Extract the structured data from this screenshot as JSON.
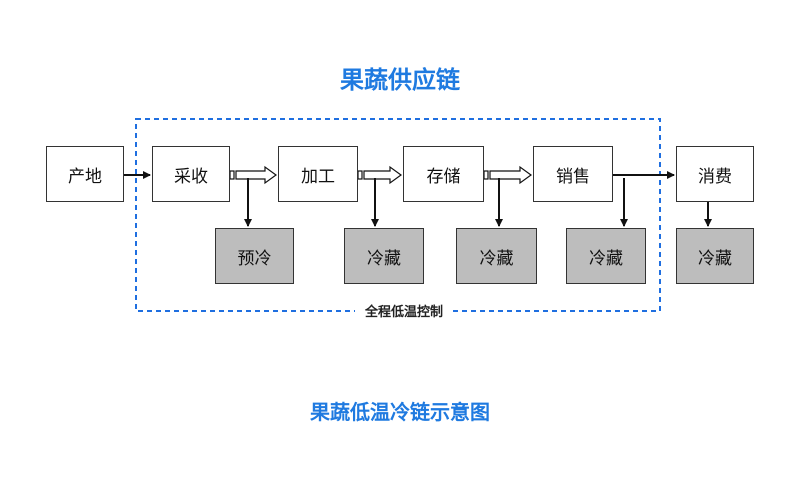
{
  "title": "果蔬供应链",
  "subtitle": "果蔬低温冷链示意图",
  "boundary_label": "全程低温控制",
  "flow": [
    "产地",
    "采收",
    "加工",
    "存储",
    "销售",
    "消费"
  ],
  "sub": {
    "harvest": "预冷",
    "process": "冷藏",
    "store": "冷藏",
    "sell": "冷藏",
    "consume": "冷藏"
  },
  "colors": {
    "title": "#1f7ae0",
    "boundary": "#1f6fe0",
    "gray_box": "#bdbdbd"
  }
}
